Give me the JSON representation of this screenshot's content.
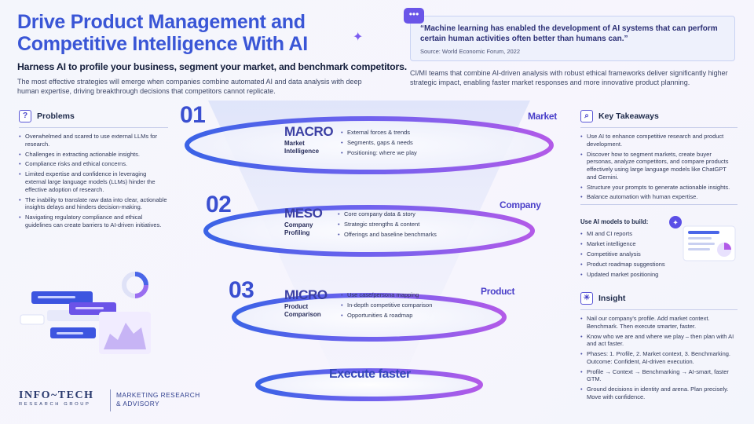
{
  "header": {
    "title": "Drive Product Management and Competitive Intelligence With AI",
    "subtitle": "Harness AI to profile your business, segment your market, and benchmark competitors.",
    "intro": "The most effective strategies will emerge when companies combine automated AI and data analysis with deep human expertise, driving breakthrough decisions that competitors cannot replicate."
  },
  "quote": {
    "text": "“Machine learning has enabled the development of AI systems that can perform certain human activities often better than humans can.”",
    "source": "Source: World Economic Forum, 2022"
  },
  "ci_text": "CI/MI teams that combine AI-driven analysis with robust ethical frameworks deliver significantly higher strategic impact, enabling faster market responses and more innovative product planning.",
  "problems": {
    "icon": "question-icon",
    "title": "Problems",
    "items": [
      "Overwhelmed and scared to use external LLMs for research.",
      "Challenges in extracting actionable insights.",
      "Compliance risks and ethical concerns.",
      "Limited expertise and confidence in leveraging external large language models (LLMs) hinder the effective adoption of research.",
      "The inability to translate raw data into clear, actionable insights delays and hinders decision-making.",
      "Navigating regulatory compliance and ethical guidelines can create barriers to AI-driven initiatives."
    ]
  },
  "levels": [
    {
      "number": "01",
      "title": "MACRO",
      "subtitle": "Market Intelligence",
      "side_label": "Market",
      "bullets": [
        "External forces & trends",
        "Segments, gaps & needs",
        "Positioning: where we play"
      ]
    },
    {
      "number": "02",
      "title": "MESO",
      "subtitle": "Company Profiling",
      "side_label": "Company",
      "bullets": [
        "Core company data & story",
        "Strategic strengths & content",
        "Offerings and baseline benchmarks"
      ]
    },
    {
      "number": "03",
      "title": "MICRO",
      "subtitle": "Product Comparison",
      "side_label": "Product",
      "bullets": [
        "Use case/persona mapping",
        "In-depth competitive comparison",
        "Opportunities & roadmap"
      ]
    }
  ],
  "execute_label": "Execute faster",
  "takeaways": {
    "icon": "search-icon",
    "title": "Key Takeaways",
    "items": [
      "Use AI to enhance competitive research and product development.",
      "Discover how to segment markets, create buyer personas, analyze competitors, and compare products effectively using large language models like ChatGPT and Gemini.",
      "Structure your prompts to generate actionable insights.",
      "Balance automation with human expertise."
    ]
  },
  "models": {
    "title": "Use AI models to build:",
    "items": [
      "MI and CI reports",
      "Market intelligence",
      "Competitive analysis",
      "Product roadmap suggestions",
      "Updated market positioning"
    ]
  },
  "insight": {
    "icon": "lightbulb-icon",
    "title": "Insight",
    "items": [
      "Nail our company's profile. Add market context. Benchmark. Then execute smarter, faster.",
      "Know who we are and where we play – then plan with AI and act faster.",
      "Phases: 1. Profile, 2. Market context, 3. Benchmarking. Outcome: Confident, AI-driven execution.",
      "Profile → Context → Benchmarking → AI-smart, faster GTM.",
      "Ground decisions in identity and arena. Plan precisely. Move with confidence."
    ]
  },
  "footer": {
    "logo": "INFO~TECH",
    "logo_sub": "RESEARCH GROUP",
    "line1": "MARKETING RESEARCH",
    "line2": "& ADVISORY"
  },
  "colors": {
    "accent": "#3a56d6",
    "purple": "#7b5cf0",
    "ring_start": "#3b63e6",
    "ring_end": "#b25ae8"
  }
}
